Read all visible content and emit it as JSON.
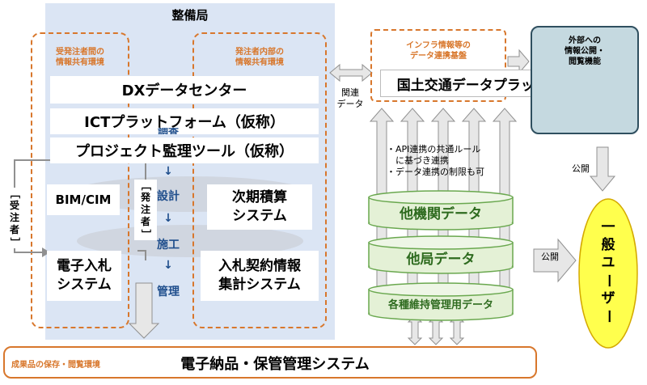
{
  "bureau": {
    "title": "整備局"
  },
  "left_group": {
    "label_line1": "受発注者間の",
    "label_line2": "情報共有環境"
  },
  "right_group": {
    "label_line1": "発注者内部の",
    "label_line2": "情報共有環境"
  },
  "bars": [
    "DXデータセンター",
    "ICTプラットフォーム（仮称）",
    "プロジェクト監理ツール（仮称）"
  ],
  "systems": {
    "bim": "BIM/CIM",
    "bid_line1": "電子入札",
    "bid_line2": "システム",
    "est_line1": "次期積算",
    "est_line2": "システム",
    "contract_line1": "入札契約情報",
    "contract_line2": "集計システム"
  },
  "flow": {
    "partial": "調査",
    "design": "設計",
    "build": "施工",
    "manage": "管理",
    "arrow": "↓"
  },
  "roles": {
    "contractor": [
      "受",
      "注",
      "者"
    ],
    "orderer": [
      "発",
      "注",
      "者"
    ]
  },
  "link": {
    "line1": "関連",
    "line2": "データ"
  },
  "infra": {
    "label_line1": "インフラ情報等の",
    "label_line2": "データ連携基盤",
    "platform": "国土交通データプラットフォーム"
  },
  "external": {
    "line1": "外部への",
    "line2": "情報公開・",
    "line3": "閲覧機能"
  },
  "public_labels": {
    "top": "公開",
    "side": "公開"
  },
  "notes": [
    "・API連携の共通ルール",
    "　に基づき連携",
    "・データ連携の制限も可"
  ],
  "cylinders": [
    "他機関データ",
    "他局データ",
    "各種維持管理用データ"
  ],
  "user": {
    "chars": [
      "一",
      "般",
      "ユ",
      "ー",
      "ザ",
      "ー"
    ]
  },
  "bottom": {
    "label": "成果品の保存・閲覧環境",
    "system": "電子納品・保管管理システム"
  },
  "colors": {
    "bureau_bg": "#dbe5f4",
    "orange": "#d8772c",
    "green_fill": "#e4f1d6",
    "green_border": "#6aa84f",
    "teal": "#c5d9e0",
    "yellow": "#ffff4d",
    "arrow_fill": "#e7e7e7",
    "arrow_stroke": "#909090"
  }
}
